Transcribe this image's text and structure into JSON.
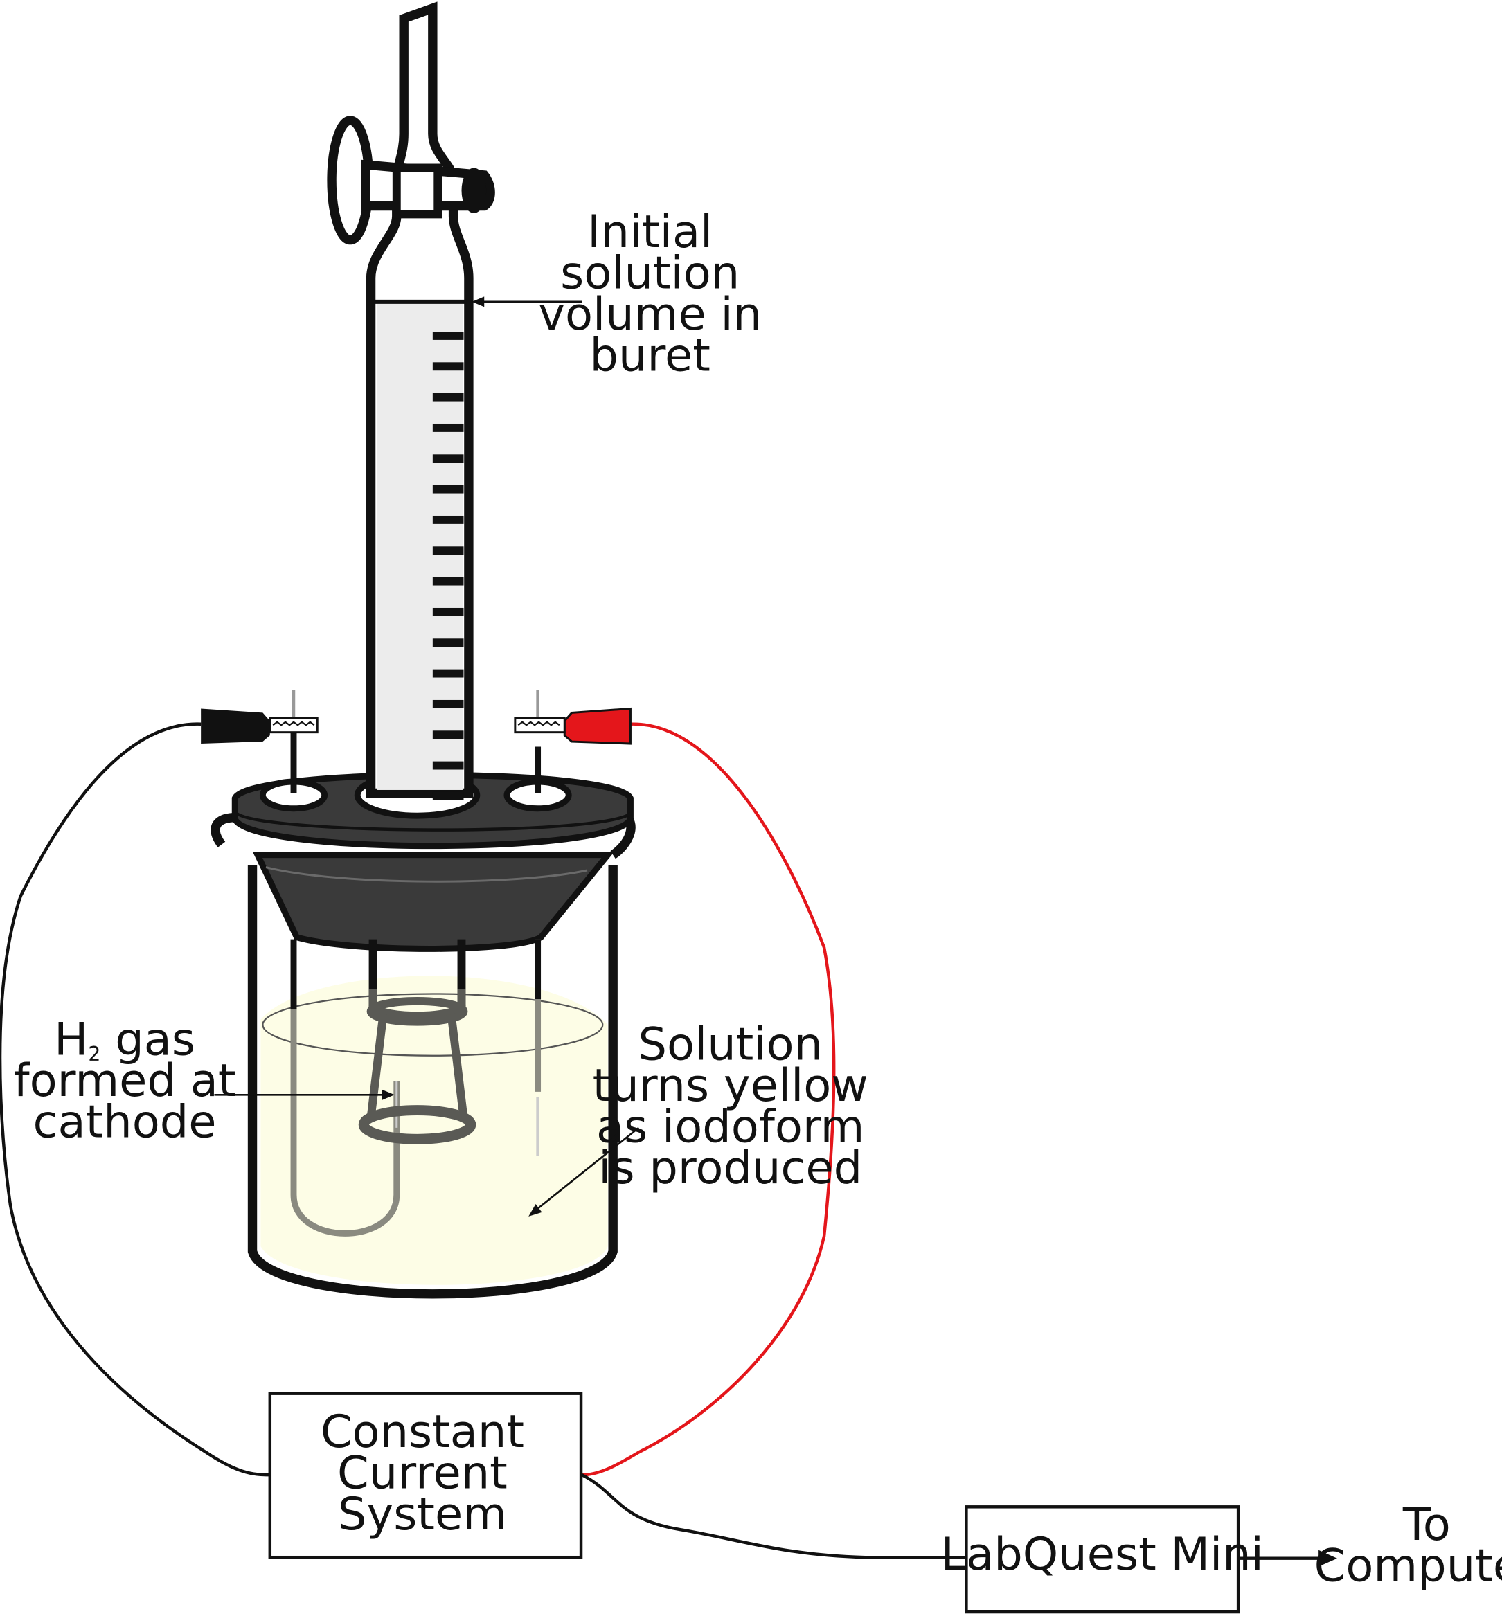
{
  "labels": {
    "buret": [
      "Initial",
      "solution",
      "volume in",
      "buret"
    ],
    "h2_gas": {
      "line1_main": "H",
      "line1_sub": "2",
      "line1_rest": " gas",
      "line2": "formed at",
      "line3": "cathode"
    },
    "solution": [
      "Solution",
      "turns yellow",
      "as iodoform",
      "is produced"
    ],
    "to_computer": [
      "To",
      "Computer"
    ]
  },
  "boxes": {
    "constant_current": [
      "Constant",
      "Current",
      "System"
    ],
    "labquest": "LabQuest Mini"
  },
  "colors": {
    "stroke": "#111111",
    "lid": "#3a3a3a",
    "solution": "#fdfde6",
    "buret_fill": "#ececec",
    "red_lead": "#e4161b",
    "black_lead": "#111111",
    "gray_electrode": "#8a8a80"
  },
  "icons": {
    "clip_left": "black-alligator-clip-icon",
    "clip_right": "red-alligator-clip-icon"
  }
}
